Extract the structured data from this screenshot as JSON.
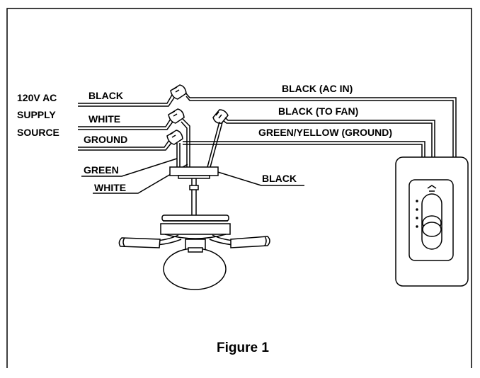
{
  "supply": {
    "line1": "120V AC",
    "line2": "SUPPLY",
    "line3": "SOURCE"
  },
  "supply_wires": {
    "black": "BLACK",
    "white": "WHITE",
    "ground": "GROUND"
  },
  "run_wires": {
    "black_ac_in": "BLACK  (AC IN)",
    "black_to_fan": "BLACK  (TO FAN)",
    "green_yellow": "GREEN/YELLOW  (GROUND)"
  },
  "fan_leads": {
    "green": "GREEN",
    "white": "WHITE",
    "black": "BLACK"
  },
  "caption": "Figure 1",
  "colors": {
    "line": "#000000",
    "background": "#ffffff"
  },
  "icons": [
    "wire-nut-icon",
    "ceiling-fan-icon",
    "wall-control-icon"
  ]
}
